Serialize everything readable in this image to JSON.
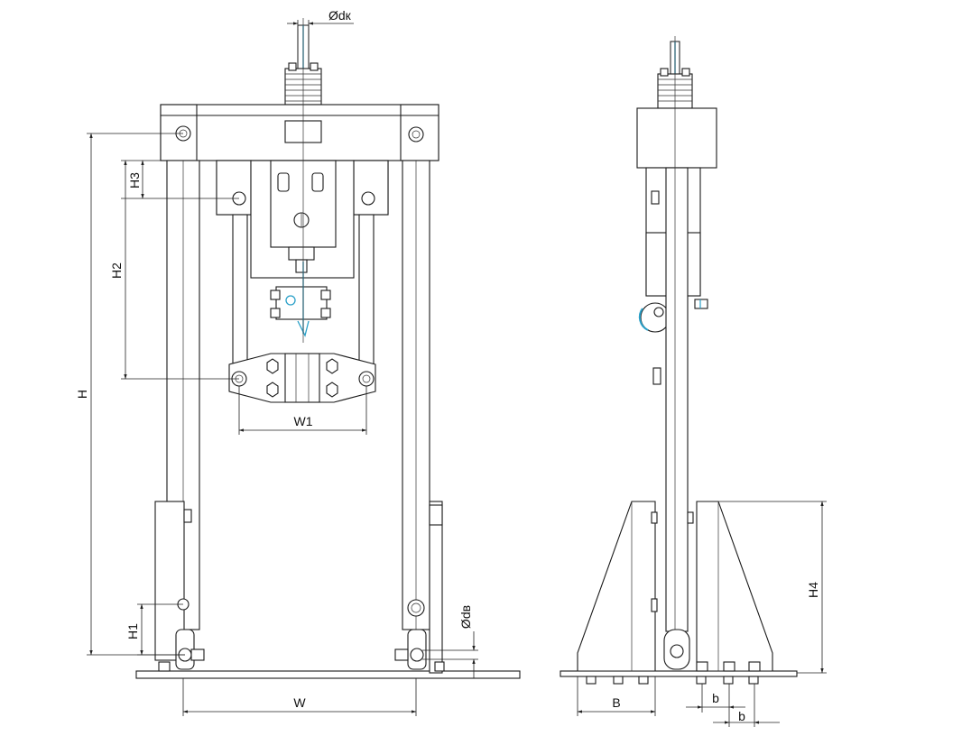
{
  "drawing": {
    "labels": {
      "cable_diameter": "Ødк",
      "bolt_diameter": "Ødв",
      "overall_height": "H",
      "height_h1": "H1",
      "height_h2": "H2",
      "height_h3": "H3",
      "height_h4": "H4",
      "width_w": "W",
      "width_w1": "W1",
      "base_b": "B",
      "spacing_b1": "b",
      "spacing_b2": "b"
    },
    "colors": {
      "line": "#1a1a1a",
      "accent": "#2aa0c8"
    }
  }
}
